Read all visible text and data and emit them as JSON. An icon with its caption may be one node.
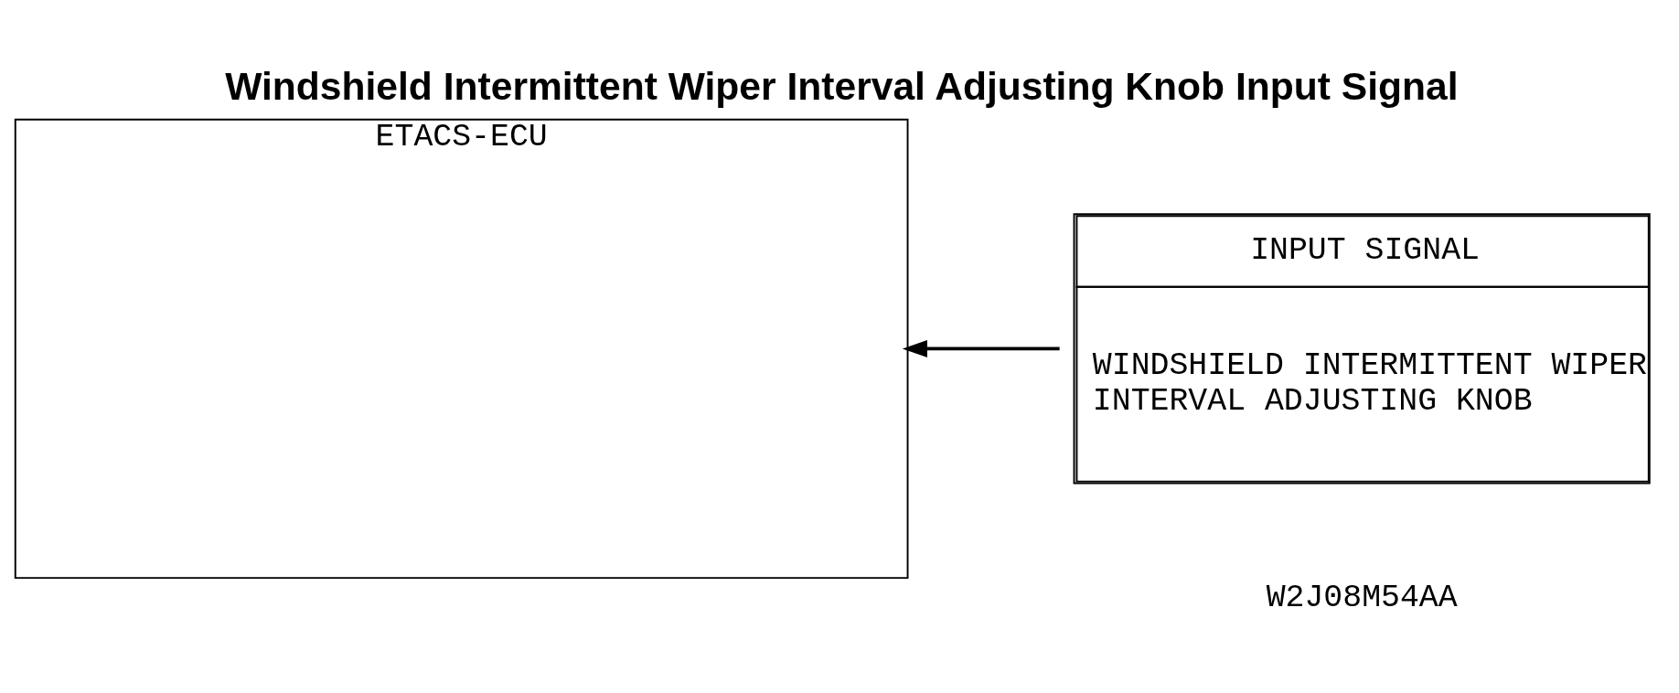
{
  "diagram": {
    "title": "Windshield Intermittent Wiper Interval Adjusting Knob Input Signal",
    "nodes": [
      {
        "text": [
          "ETACS-ECU"
        ]
      },
      {
        "text": [
          "INPUT SIGNAL",
          "WINDSHIELD INTERMITTENT WIPER INTERVAL ADJUSTING KNOB"
        ]
      }
    ],
    "edges": [
      {
        "from": 1,
        "to": 0,
        "arrow": "to"
      }
    ],
    "labels": [
      "W2J08M54AA"
    ]
  }
}
